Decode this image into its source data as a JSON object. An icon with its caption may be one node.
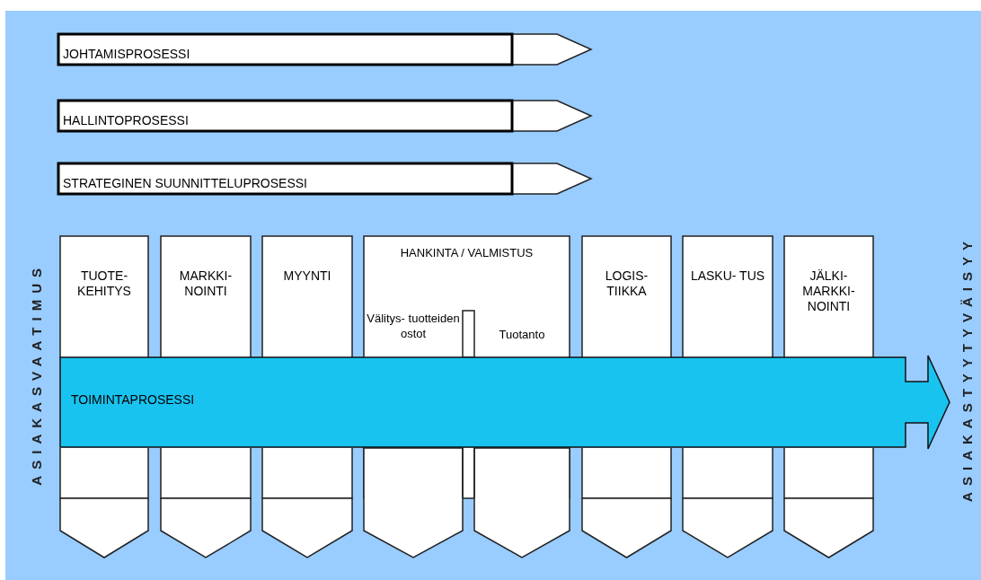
{
  "diagram": {
    "nodes": [
      {
        "text": [
          "JOHTAMISPROSESSI"
        ]
      },
      {
        "text": [
          "HALLINTOPROSESSI"
        ]
      },
      {
        "text": [
          "STRATEGINEN SUUNNITTELUPROSESSI"
        ]
      },
      {
        "text": [
          "TUOTE- KEHITYS"
        ]
      },
      {
        "text": [
          "MARKKI- NOINTI"
        ]
      },
      {
        "text": [
          "MYYNTI"
        ]
      },
      {
        "text": [
          "HANKINTA / VALMISTUS"
        ]
      },
      {
        "text": [
          "Välitys- tuotteiden ostot"
        ],
        "in": 6
      },
      {
        "text": [
          "Tuotanto"
        ],
        "in": 6
      },
      {
        "text": [
          "LOGIS- TIIKKA"
        ]
      },
      {
        "text": [
          "LASKU- TUS"
        ]
      },
      {
        "text": [
          "JÄLKI- MARKKI- NOINTI"
        ]
      },
      {
        "text": [
          "TOIMINTAPROSESSI"
        ]
      }
    ],
    "edges": [],
    "labels": [
      "ASIAKASVAATIMUS",
      "ASIAKASTYYTYVÄISYY"
    ]
  }
}
